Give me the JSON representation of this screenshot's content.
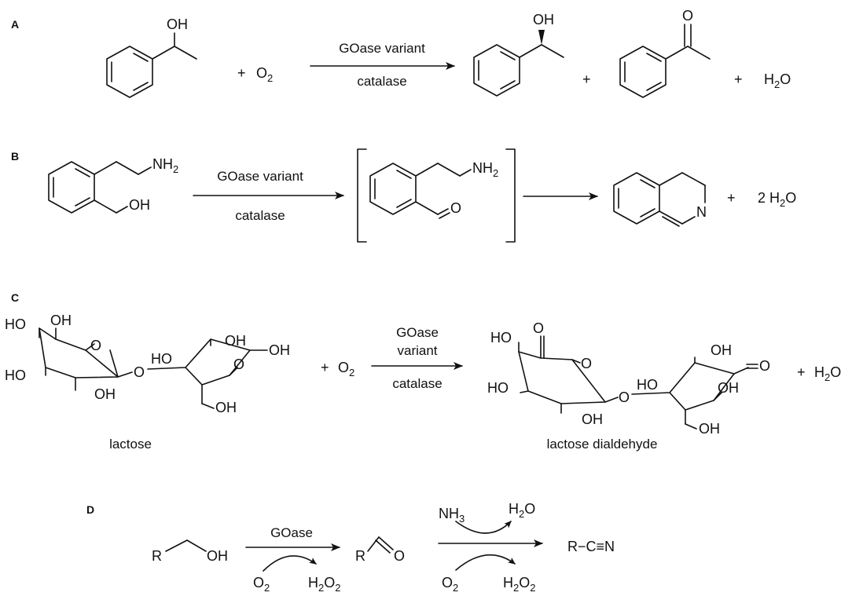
{
  "panels": {
    "a": {
      "label": "A",
      "plus1": "+",
      "o2": "O",
      "o2_sub": "2",
      "cond_top": "GOase variant",
      "cond_bottom": "catalase",
      "plus2": "+",
      "plus3": "+",
      "water": "H",
      "water_sub": "2",
      "water_tail": "O",
      "oh_sm": "OH",
      "oh_prod": "OH",
      "o_ketone": "O"
    },
    "b": {
      "label": "B",
      "nh2_sm": "NH",
      "nh2_sm_sub": "2",
      "oh_sm": "OH",
      "cond_top": "GOase variant",
      "cond_bottom": "catalase",
      "nh2_int": "NH",
      "nh2_int_sub": "2",
      "o_int": "O",
      "n_prod": "N",
      "plus": "+",
      "water": "2 H",
      "water_sub": "2",
      "water_tail": "O"
    },
    "c": {
      "label": "C",
      "plus1": "+",
      "o2": "O",
      "o2_sub": "2",
      "cond_1": "GOase",
      "cond_2": "variant",
      "cond_3": "catalase",
      "plus2": "+",
      "water": "H",
      "water_sub": "2",
      "water_tail": "O",
      "caption_left": "lactose",
      "caption_right": "lactose dialdehyde",
      "oh": "OH",
      "ho": "HO",
      "o": "O"
    },
    "d": {
      "label": "D",
      "r": "R",
      "oh": "OH",
      "cond_top": "GOase",
      "o2": "O",
      "o2_sub": "2",
      "h2o2": "H",
      "h2o2_sub1": "2",
      "h2o2_mid": "O",
      "h2o2_sub2": "2",
      "o_ald": "O",
      "nh3": "NH",
      "nh3_sub": "3",
      "h2o": "H",
      "h2o_sub": "2",
      "h2o_tail": "O",
      "nitrile": "R−C≡N"
    }
  }
}
